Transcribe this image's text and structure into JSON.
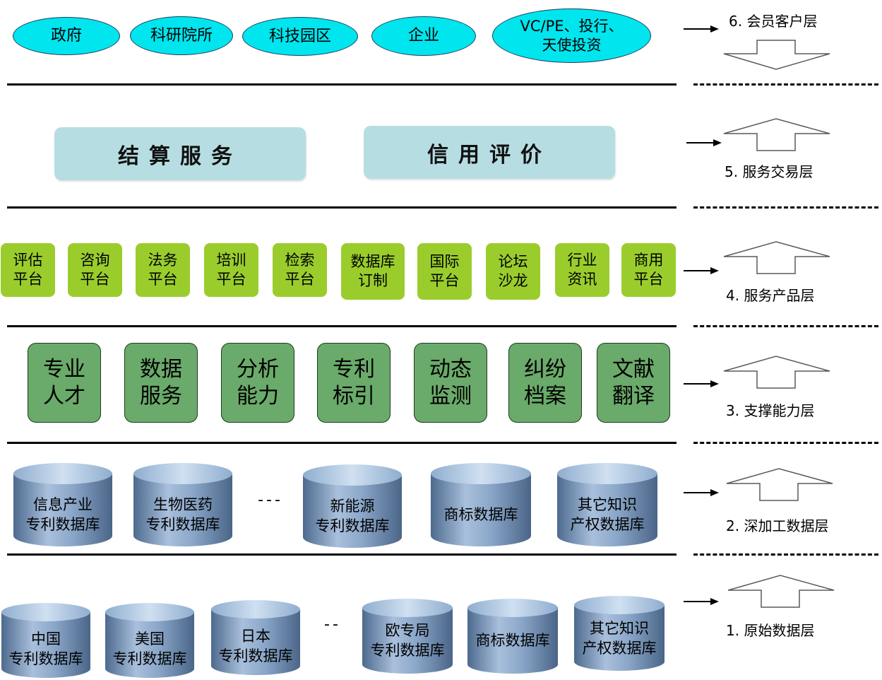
{
  "layers": [
    {
      "label": "6. 会员客户层"
    },
    {
      "label": "5. 服务交易层"
    },
    {
      "label": "4. 服务产品层"
    },
    {
      "label": "3. 支撑能力层"
    },
    {
      "label": "2. 深加工数据层"
    },
    {
      "label": "1. 原始数据层"
    }
  ],
  "members": [
    "政府",
    "科研院所",
    "科技园区",
    "企业",
    "VC/PE、投行、\n天使投资"
  ],
  "services": [
    "结算服务",
    "信用评价"
  ],
  "products": [
    "评估\n平台",
    "咨询\n平台",
    "法务\n平台",
    "培训\n平台",
    "检索\n平台",
    "数据库\n订制",
    "国际\n平台",
    "论坛\n沙龙",
    "行业\n资讯",
    "商用\n平台"
  ],
  "capabilities": [
    "专业\n人才",
    "数据\n服务",
    "分析\n能力",
    "专利\n标引",
    "动态\n监测",
    "纠纷\n档案",
    "文献\n翻译"
  ],
  "processed_dbs": [
    "信息产业\n专利数据库",
    "生物医药\n专利数据库",
    "新能源\n专利数据库",
    "商标数据库",
    "其它知识\n产权数据库"
  ],
  "processed_gap": "---",
  "raw_dbs": [
    "中国\n专利数据库",
    "美国\n专利数据库",
    "日本\n专利数据库",
    "欧专局\n专利数据库",
    "商标数据库",
    "其它知识\n产权数据库"
  ],
  "raw_gap": "--",
  "colors": {
    "member_fill": "#00e5ee",
    "service_fill": "#b6dde2",
    "product_fill": "#9acd2c",
    "capability_fill": "#6aaa6a",
    "cylinder_fill": "#6f8fb5"
  }
}
